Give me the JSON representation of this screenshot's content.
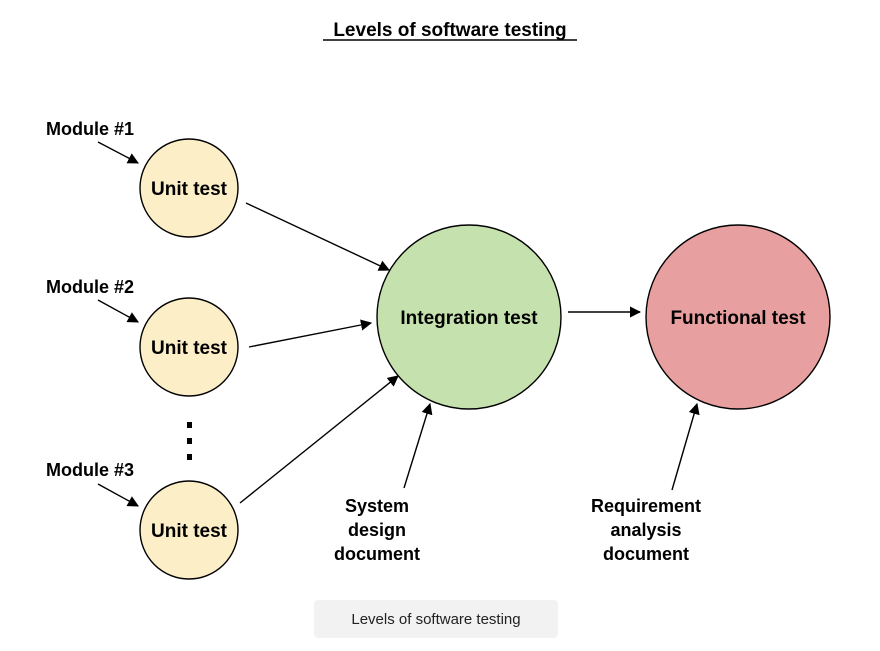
{
  "title": "Levels of software testing",
  "modules": [
    {
      "label": "Module #1",
      "node": "Unit test"
    },
    {
      "label": "Module #2",
      "node": "Unit test"
    },
    {
      "label": "Module #3",
      "node": "Unit test"
    }
  ],
  "ellipsis": "⋮",
  "integration": {
    "label": "Integration test",
    "input_doc": [
      "System",
      "design",
      "document"
    ]
  },
  "functional": {
    "label": "Functional test",
    "input_doc": [
      "Requirement",
      "analysis",
      "document"
    ]
  },
  "caption": "Levels of software testing",
  "colors": {
    "unit_fill": "#fcefc7",
    "integration_fill": "#c5e2ae",
    "functional_fill": "#e89f9f",
    "stroke": "#000000"
  }
}
